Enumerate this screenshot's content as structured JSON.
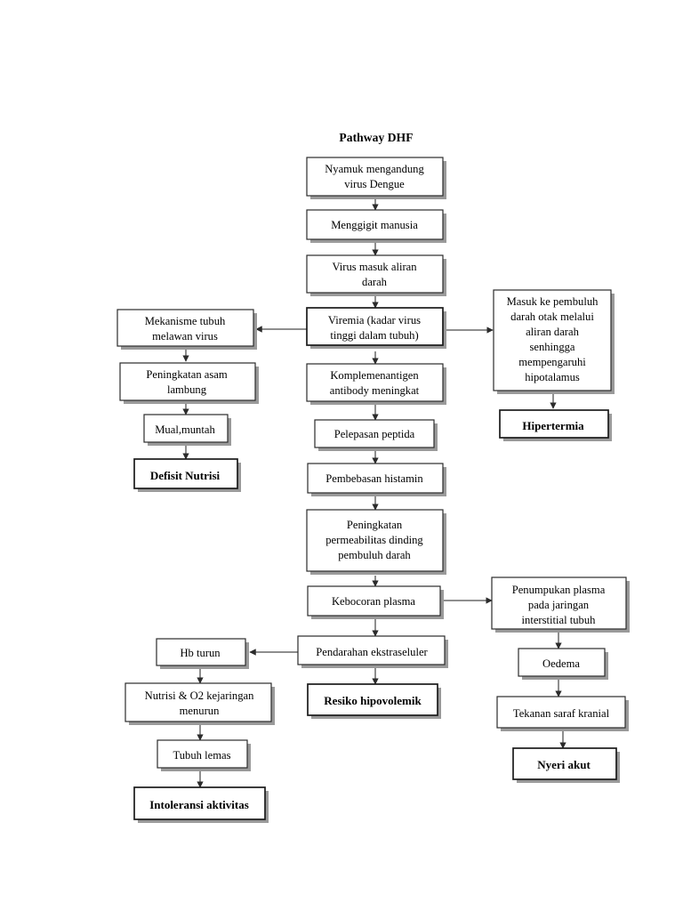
{
  "document": {
    "title": "Pathway DHF",
    "background_color": "#ffffff",
    "text_color": "#000000",
    "box_stroke_color": "#2b2b2b",
    "arrow_color": "#4a4a4a"
  },
  "nodes": {
    "nyamuk": {
      "label": "Nyamuk mengandung virus Dengue",
      "lines": [
        "Nyamuk mengandung",
        "virus Dengue"
      ],
      "bold": false
    },
    "menggigit": {
      "label": "Menggigit manusia",
      "lines": [
        "Menggigit manusia"
      ],
      "bold": false
    },
    "virus_masuk": {
      "label": "Virus masuk aliran darah",
      "lines": [
        "Virus masuk aliran",
        "darah"
      ],
      "bold": false
    },
    "viremia": {
      "label": "Viremia (kadar virus tinggi dalam tubuh)",
      "lines": [
        "Viremia (kadar virus",
        "tinggi dalam tubuh)"
      ],
      "bold": false
    },
    "komplemen": {
      "label": "Komplemenantigen antibody meningkat",
      "lines": [
        "Komplemenantigen",
        "antibody meningkat"
      ],
      "bold": false
    },
    "peptida": {
      "label": "Pelepasan peptida",
      "lines": [
        "Pelepasan peptida"
      ],
      "bold": false
    },
    "histamin": {
      "label": "Pembebasan histamin",
      "lines": [
        "Pembebasan histamin"
      ],
      "bold": false
    },
    "permeabilitas": {
      "label": "Peningkatan permeabilitas dinding pembuluh darah",
      "lines": [
        "Peningkatan",
        "permeabilitas dinding",
        "pembuluh darah"
      ],
      "bold": false
    },
    "kebocoran": {
      "label": "Kebocoran plasma",
      "lines": [
        "Kebocoran plasma"
      ],
      "bold": false
    },
    "pendarahan": {
      "label": "Pendarahan ekstraseluler",
      "lines": [
        "Pendarahan ekstraseluler"
      ],
      "bold": false
    },
    "resiko_hipovolemik": {
      "label": "Resiko hipovolemik",
      "lines": [
        "Resiko hipovolemik"
      ],
      "bold": true
    },
    "mekanisme": {
      "label": "Mekanisme tubuh melawan virus",
      "lines": [
        "Mekanisme tubuh",
        "melawan virus"
      ],
      "bold": false
    },
    "asam_lambung": {
      "label": "Peningkatan asam lambung",
      "lines": [
        "Peningkatan asam",
        "lambung"
      ],
      "bold": false
    },
    "mual": {
      "label": "Mual,muntah",
      "lines": [
        "Mual,muntah"
      ],
      "bold": false
    },
    "defisit_nutrisi": {
      "label": "Defisit Nutrisi",
      "lines": [
        "Defisit Nutrisi"
      ],
      "bold": true
    },
    "masuk_pembuluh": {
      "label": "Masuk ke pembuluh darah otak melalui aliran darah senhingga mempengaruhi hipotalamus",
      "lines": [
        "Masuk ke pembuluh",
        "darah otak melalui",
        "aliran darah",
        "senhingga",
        "mempengaruhi",
        "hipotalamus"
      ],
      "bold": false
    },
    "hipertermia": {
      "label": "Hipertermia",
      "lines": [
        "Hipertermia"
      ],
      "bold": true
    },
    "penumpukan": {
      "label": "Penumpukan plasma pada jaringan interstitial tubuh",
      "lines": [
        "Penumpukan plasma",
        "pada jaringan",
        "interstitial tubuh"
      ],
      "bold": false
    },
    "oedema": {
      "label": "Oedema",
      "lines": [
        "Oedema"
      ],
      "bold": false
    },
    "tekanan_saraf": {
      "label": "Tekanan saraf kranial",
      "lines": [
        "Tekanan saraf kranial"
      ],
      "bold": false
    },
    "nyeri_akut": {
      "label": "Nyeri akut",
      "lines": [
        "Nyeri akut"
      ],
      "bold": true
    },
    "hb_turun": {
      "label": "Hb turun",
      "lines": [
        "Hb turun"
      ],
      "bold": false
    },
    "nutrisi_o2": {
      "label": "Nutrisi & O2 kejaringan menurun",
      "lines": [
        "Nutrisi & O2 kejaringan",
        "menurun"
      ],
      "bold": false
    },
    "tubuh_lemas": {
      "label": "Tubuh lemas",
      "lines": [
        "Tubuh lemas"
      ],
      "bold": false
    },
    "intoleransi": {
      "label": "Intoleransi aktivitas",
      "lines": [
        "Intoleransi aktivitas"
      ],
      "bold": true
    }
  },
  "edges": [
    {
      "from": "nyamuk",
      "to": "menggigit",
      "direction": "down"
    },
    {
      "from": "menggigit",
      "to": "virus_masuk",
      "direction": "down"
    },
    {
      "from": "virus_masuk",
      "to": "viremia",
      "direction": "down"
    },
    {
      "from": "viremia",
      "to": "mekanisme",
      "direction": "left"
    },
    {
      "from": "viremia",
      "to": "masuk_pembuluh",
      "direction": "right"
    },
    {
      "from": "viremia",
      "to": "komplemen",
      "direction": "down"
    },
    {
      "from": "komplemen",
      "to": "peptida",
      "direction": "down"
    },
    {
      "from": "peptida",
      "to": "histamin",
      "direction": "down"
    },
    {
      "from": "histamin",
      "to": "permeabilitas",
      "direction": "down"
    },
    {
      "from": "permeabilitas",
      "to": "kebocoran",
      "direction": "down"
    },
    {
      "from": "kebocoran",
      "to": "penumpukan",
      "direction": "right"
    },
    {
      "from": "kebocoran",
      "to": "pendarahan",
      "direction": "down"
    },
    {
      "from": "pendarahan",
      "to": "hb_turun",
      "direction": "left"
    },
    {
      "from": "pendarahan",
      "to": "resiko_hipovolemik",
      "direction": "down"
    },
    {
      "from": "mekanisme",
      "to": "asam_lambung",
      "direction": "down"
    },
    {
      "from": "asam_lambung",
      "to": "mual",
      "direction": "down"
    },
    {
      "from": "mual",
      "to": "defisit_nutrisi",
      "direction": "down"
    },
    {
      "from": "masuk_pembuluh",
      "to": "hipertermia",
      "direction": "down"
    },
    {
      "from": "penumpukan",
      "to": "oedema",
      "direction": "down"
    },
    {
      "from": "oedema",
      "to": "tekanan_saraf",
      "direction": "down"
    },
    {
      "from": "tekanan_saraf",
      "to": "nyeri_akut",
      "direction": "down"
    },
    {
      "from": "hb_turun",
      "to": "nutrisi_o2",
      "direction": "down"
    },
    {
      "from": "nutrisi_o2",
      "to": "tubuh_lemas",
      "direction": "down"
    },
    {
      "from": "tubuh_lemas",
      "to": "intoleransi",
      "direction": "down"
    }
  ]
}
